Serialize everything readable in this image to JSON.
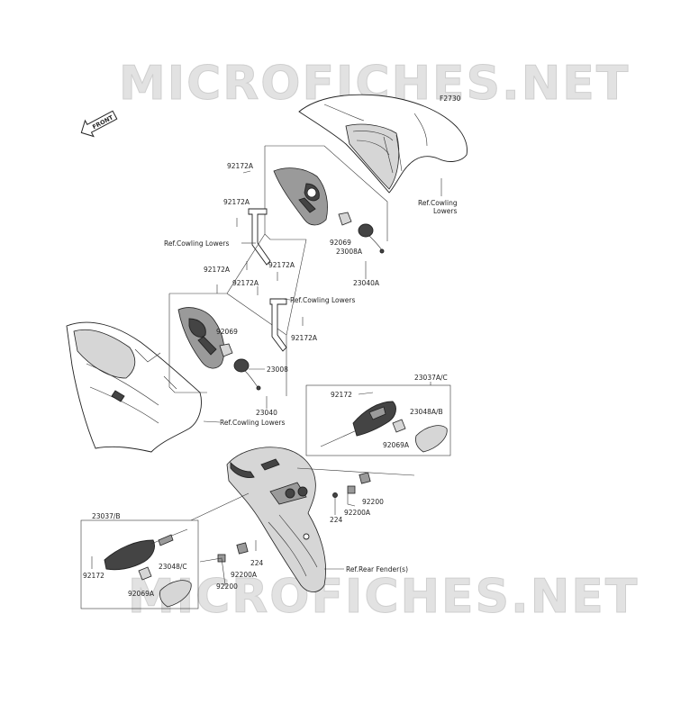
{
  "watermark": {
    "top": "MICROFICHES.NET",
    "bottom": "MICROFICHES.NET"
  },
  "front_arrow": {
    "label": "FRONT"
  },
  "labels": {
    "f2730": "F2730",
    "ref_cowling_lowers_1": "Ref.Cowling Lowers",
    "ref_cowling_lowers_2": "Ref.Cowling Lowers",
    "ref_cowling_lowers_3": "Ref.Cowling Lowers",
    "ref_cowling_lowers_4": "Ref.Cowling",
    "ref_cowling_lowers_4b": "Lowers",
    "ref_rear_fender": "Ref.Rear Fender(s)",
    "p92172a_1": "92172A",
    "p92172a_2": "92172A",
    "p92172a_3": "92172A",
    "p92172a_4": "92172A",
    "p92172a_5": "92172A",
    "p92172a_6": "92172A",
    "p92069_1": "92069",
    "p92069_2": "92069",
    "p23008a": "23008A",
    "p23008": "23008",
    "p23040a": "23040A",
    "p23040": "23040",
    "p23037ac": "23037A/C",
    "p23037b": "23037/B",
    "p92172_1": "92172",
    "p92172_2": "92172",
    "p23048ab": "23048A/B",
    "p23048c": "23048/C",
    "p92069a_1": "92069A",
    "p92069a_2": "92069A",
    "p92200_1": "92200",
    "p92200_2": "92200",
    "p92200a_1": "92200A",
    "p92200a_2": "92200A",
    "p224_1": "224",
    "p224_2": "224"
  }
}
